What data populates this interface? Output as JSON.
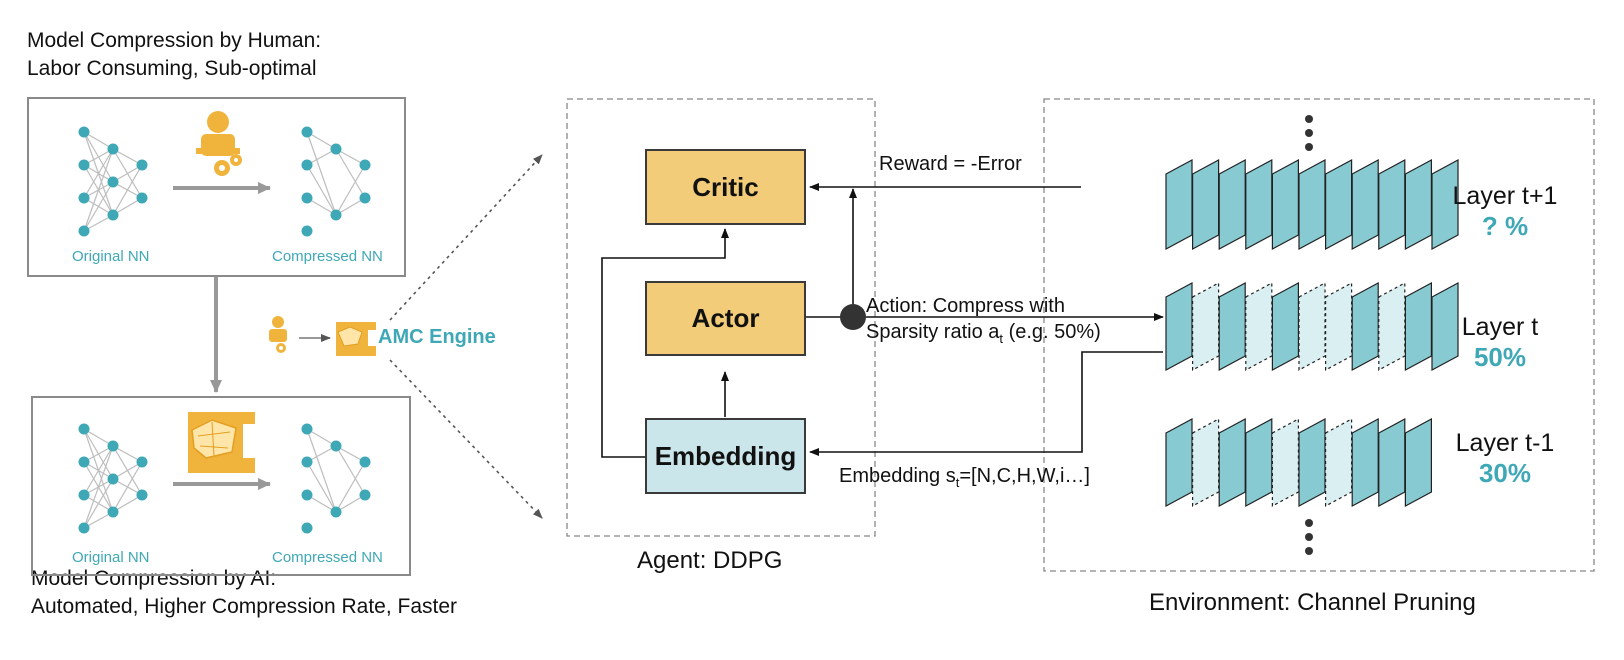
{
  "human": {
    "title_line1": "Model Compression by Human:",
    "title_line2": "Labor Consuming, Sub-optimal",
    "original_label": "Original NN",
    "compressed_label": "Compressed NN"
  },
  "ai": {
    "title_line1": "Model Compression by AI:",
    "title_line2": "Automated, Higher Compression Rate, Faster",
    "original_label": "Original NN",
    "compressed_label": "Compressed NN"
  },
  "engine": {
    "label": "AMC Engine"
  },
  "agent": {
    "caption": "Agent: DDPG",
    "critic": "Critic",
    "actor": "Actor",
    "embedding": "Embedding"
  },
  "signals": {
    "reward": "Reward = -Error",
    "action_line1": "Action: Compress with",
    "action_line2_pre": "Sparsity ratio a",
    "action_sub": "t",
    "action_line2_post": " (e.g. 50%)",
    "embedding_pre": "Embedding s",
    "embedding_sub": "t",
    "embedding_post": "=[N,C,H,W,i…]"
  },
  "environment": {
    "caption": "Environment: Channel Pruning",
    "layers": [
      {
        "name": "Layer t+1",
        "ratio": "? %"
      },
      {
        "name": "Layer t",
        "ratio": "50%"
      },
      {
        "name": "Layer t-1",
        "ratio": "30%"
      }
    ]
  },
  "colors": {
    "teal": "#3fa8b6",
    "orange": "#f2cc78",
    "icon_orange": "#f0b43c",
    "slab": "#88cad2",
    "slab_pruned": "#d9eff2"
  }
}
